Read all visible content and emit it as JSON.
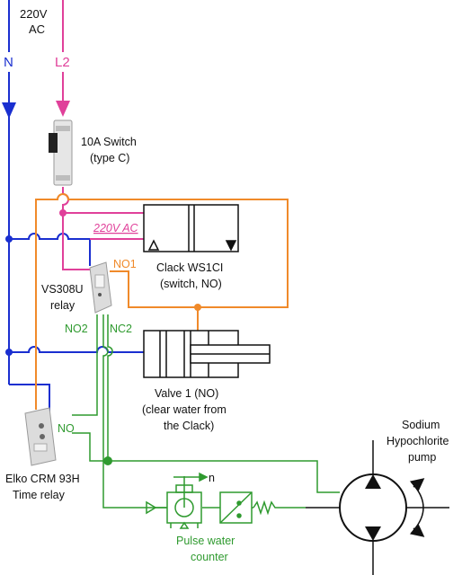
{
  "colors": {
    "neutral": "#1a2fd0",
    "live": "#e0409a",
    "orange": "#f08a2a",
    "green": "#2f9a2f",
    "black": "#111111",
    "device_body": "#d9d9d9"
  },
  "labels": {
    "supply_voltage": "220V",
    "supply_type": "AC",
    "neutral": "N",
    "live": "L2",
    "switch_line1": "10A Switch",
    "switch_line2": "(type C)",
    "clack_voltage": "220V AC",
    "no1": "NO1",
    "clack_line1": "Clack WS1CI",
    "clack_line2": "(switch, NO)",
    "vs_relay_line1": "VS308U",
    "vs_relay_line2": "relay",
    "no2": "NO2",
    "nc2": "NC2",
    "valve_line1": "Valve 1 (NO)",
    "valve_line2": "(clear water from",
    "valve_line3": "the Clack)",
    "time_relay_no": "NO",
    "time_relay_line1": "Elko CRM 93H",
    "time_relay_line2": "Time relay",
    "pump_line1": "Sodium",
    "pump_line2": "Hypochlorite",
    "pump_line3": "pump",
    "counter_n": "n",
    "counter_line1": "Pulse water",
    "counter_line2": "counter"
  },
  "icons": {
    "breaker": "circuit-breaker-icon",
    "vs_relay": "din-relay-icon",
    "time_relay": "din-time-relay-icon",
    "clack_switch": "switch-valve-icon",
    "valve": "hydraulic-valve-icon",
    "pump": "pump-icon",
    "counter": "water-meter-icon"
  }
}
